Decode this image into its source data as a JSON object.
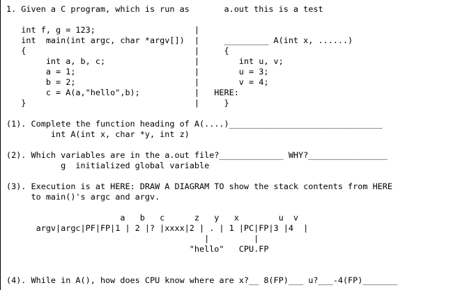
{
  "lines": [
    "1. Given a C program, which is run as       a.out this is a test",
    "",
    "   int f, g = 123;                    |",
    "   int  main(int argc, char *argv[])  |     _________ A(int x, ......)",
    "   {                                  |     {",
    "        int a, b, c;                  |        int u, v;",
    "        a = 1;                        |        u = 3;",
    "        b = 2;                        |        v = 4;",
    "        c = A(a,\"hello\",b);           |   HERE:",
    "   }                                  |     }",
    "",
    "(1). Complete the function heading of A(....)_______________________________",
    "         int A(int x, char *y, int z)",
    "",
    "(2). Which variables are in the a.out file?_____________ WHY?________________",
    "           g  initialized global variable",
    "",
    "(3). Execution is at HERE: DRAW A DIAGRAM TO show the stack contents from HERE",
    "     to main()'s argc and argv.",
    "",
    "                       a   b   c      z   y   x        u  v",
    "      argv|argc|PF|FP|1 | 2 |? |xxxx|2 | . | 1 |PC|FP|3 |4  |",
    "                                        |         |",
    "                                     \"hello\"   CPU.FP",
    "",
    "",
    "(4). While in A(), how does CPU know where are x?__ 8(FP)___ u?___-4(FP)_______"
  ]
}
